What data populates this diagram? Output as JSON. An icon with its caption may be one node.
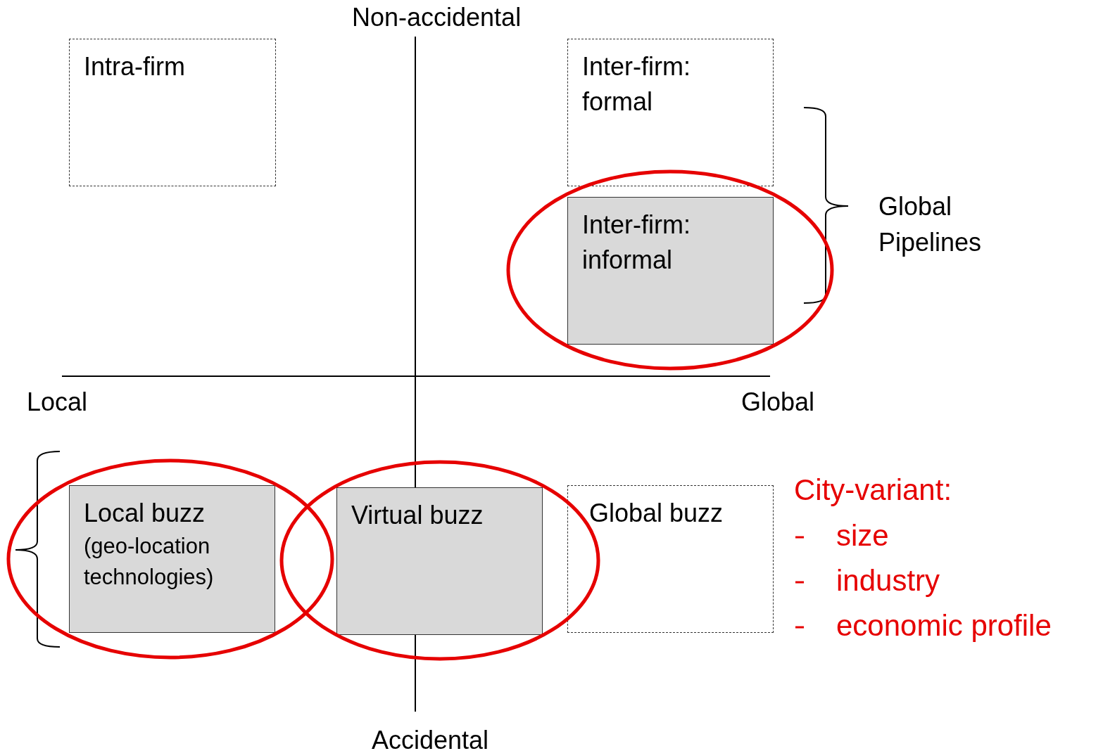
{
  "diagram": {
    "nodes": [
      {
        "text": [
          "Intra-firm"
        ]
      },
      {
        "text": [
          "Inter-firm: formal"
        ]
      },
      {
        "text": [
          "Inter-firm: informal"
        ]
      },
      {
        "text": [
          "Local buzz",
          "(geo-location technologies)"
        ]
      },
      {
        "text": [
          "Virtual buzz"
        ]
      },
      {
        "text": [
          "Global buzz"
        ]
      }
    ],
    "edges": [],
    "labels": [
      "Non-accidental",
      "Local",
      "Global",
      "Global Pipelines",
      "City-variant:",
      "size",
      "industry",
      "economic profile",
      "Accidental"
    ]
  }
}
